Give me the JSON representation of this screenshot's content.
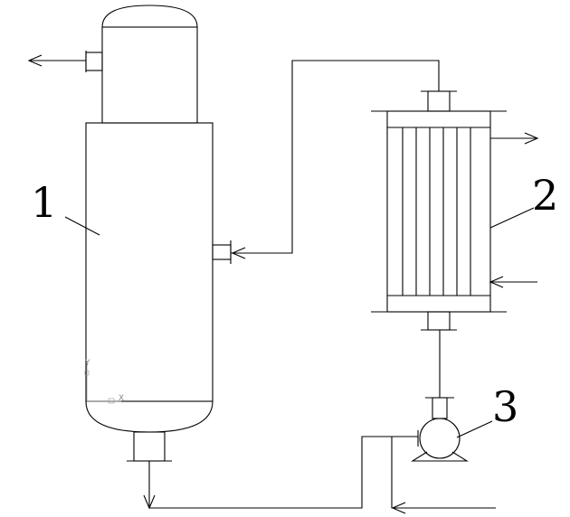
{
  "labels": {
    "vessel": "1",
    "heat_exchanger": "2",
    "pump": "3"
  },
  "axis_marker": {
    "y": "Y",
    "x": "X"
  }
}
